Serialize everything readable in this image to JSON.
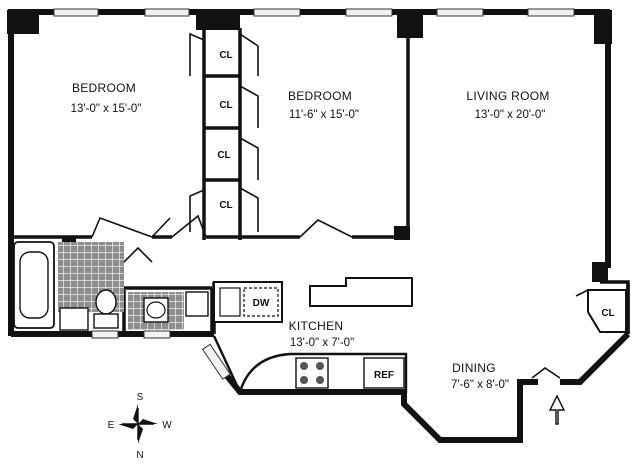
{
  "rooms": {
    "bedroom1": {
      "name": "BEDROOM",
      "dims": "13'-0\" x 15'-0\""
    },
    "bedroom2": {
      "name": "BEDROOM",
      "dims": "11'-6\" x 15'-0\""
    },
    "living": {
      "name": "LIVING ROOM",
      "dims": "13'-0\" x 20'-0\""
    },
    "kitchen": {
      "name": "KITCHEN",
      "dims": "13'-0\" x 7'-0\""
    },
    "dining": {
      "name": "DINING",
      "dims": "7'-6\" x 8'-0\""
    }
  },
  "closets": {
    "label": "CL"
  },
  "appliances": {
    "dishwasher": "DW",
    "refrigerator": "REF"
  },
  "compass": {
    "n": "N",
    "s": "S",
    "e": "E",
    "w": "W"
  },
  "colors": {
    "wall": "#111111",
    "tile": "#9a9a9a",
    "window": "#d8d8d8"
  },
  "icons": {
    "entry": "arrow-up-icon",
    "compass": "compass-rose-icon"
  }
}
